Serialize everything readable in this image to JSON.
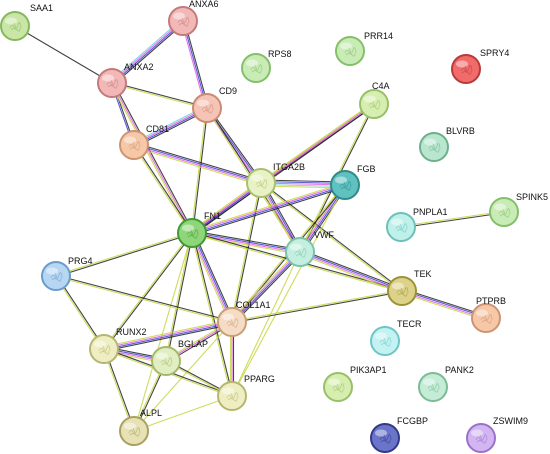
{
  "diagram": {
    "nodes": [
      {
        "id": "SAA1",
        "color": "#c9e6a6",
        "ring": "#86b85c"
      },
      {
        "id": "ANXA6",
        "color": "#f2b8b8",
        "ring": "#c47a7a"
      },
      {
        "id": "ANXA2",
        "color": "#f2b8b8",
        "ring": "#c47a7a"
      },
      {
        "id": "CD9",
        "color": "#f6c4b6",
        "ring": "#cc8a73"
      },
      {
        "id": "CD81",
        "color": "#f6c8a8",
        "ring": "#cc9472"
      },
      {
        "id": "RPS8",
        "color": "#c9ecb6",
        "ring": "#84c06a"
      },
      {
        "id": "PRR14",
        "color": "#c9ecb6",
        "ring": "#84c06a"
      },
      {
        "id": "SPRY4",
        "color": "#f26b6b",
        "ring": "#b83a3a"
      },
      {
        "id": "C4A",
        "color": "#d6eeb0",
        "ring": "#98c068"
      },
      {
        "id": "BLVRB",
        "color": "#b9e6cf",
        "ring": "#6fb08c"
      },
      {
        "id": "ITGA2B",
        "color": "#e8f2c4",
        "ring": "#a8c070"
      },
      {
        "id": "FGB",
        "color": "#5fc2c0",
        "ring": "#2f8a88"
      },
      {
        "id": "SPINK5",
        "color": "#c9ecb6",
        "ring": "#84c06a"
      },
      {
        "id": "PNPLA1",
        "color": "#bff0ea",
        "ring": "#6cc2b8"
      },
      {
        "id": "FN1",
        "color": "#8fd67a",
        "ring": "#3f9a32"
      },
      {
        "id": "VWF",
        "color": "#c4efe0",
        "ring": "#7ac2a8"
      },
      {
        "id": "PRG4",
        "color": "#b6d6f2",
        "ring": "#6a9ccc"
      },
      {
        "id": "TEK",
        "color": "#dcd28a",
        "ring": "#9e9236"
      },
      {
        "id": "PTPRB",
        "color": "#f6c8a8",
        "ring": "#cc9472"
      },
      {
        "id": "COL1A1",
        "color": "#f6dcc4",
        "ring": "#c8a078"
      },
      {
        "id": "TECR",
        "color": "#c4f2f2",
        "ring": "#6ec6c6"
      },
      {
        "id": "RUNX2",
        "color": "#eeeec2",
        "ring": "#b6b670"
      },
      {
        "id": "BGLAP",
        "color": "#e0eec2",
        "ring": "#a6b870"
      },
      {
        "id": "PIK3AP1",
        "color": "#d6eeb0",
        "ring": "#98c068"
      },
      {
        "id": "PANK2",
        "color": "#c4ecd6",
        "ring": "#7cbc98"
      },
      {
        "id": "PPARG",
        "color": "#eeeec2",
        "ring": "#b6b670"
      },
      {
        "id": "ALPL",
        "color": "#e6e2b6",
        "ring": "#aaa060"
      },
      {
        "id": "FCGBP",
        "color": "#6a74c8",
        "ring": "#33398a"
      },
      {
        "id": "ZSWIM9",
        "color": "#d2b6f2",
        "ring": "#9a72cc"
      }
    ],
    "edges": [
      {
        "a": "SAA1",
        "b": "ANXA2",
        "colors": [
          "#222222"
        ]
      },
      {
        "a": "ANXA6",
        "b": "ANXA2",
        "colors": [
          "#222222",
          "#3b3bd6",
          "#e05ee0",
          "#6bd6d6"
        ]
      },
      {
        "a": "ANXA6",
        "b": "CD9",
        "colors": [
          "#222222",
          "#3b3bd6",
          "#e05ee0"
        ]
      },
      {
        "a": "ANXA2",
        "b": "CD9",
        "colors": [
          "#222222",
          "#c6d640"
        ]
      },
      {
        "a": "ANXA2",
        "b": "CD81",
        "colors": [
          "#222222",
          "#3b3bd6"
        ]
      },
      {
        "a": "ANXA2",
        "b": "FN1",
        "colors": [
          "#222222",
          "#e05ee0",
          "#c6d640"
        ]
      },
      {
        "a": "CD9",
        "b": "CD81",
        "colors": [
          "#222222",
          "#3b3bd6",
          "#e05ee0",
          "#6bd6d6"
        ]
      },
      {
        "a": "CD9",
        "b": "FN1",
        "colors": [
          "#222222",
          "#c6d640"
        ]
      },
      {
        "a": "CD9",
        "b": "ITGA2B",
        "colors": [
          "#222222",
          "#3b3bd6",
          "#e05ee0"
        ]
      },
      {
        "a": "CD9",
        "b": "VWF",
        "colors": [
          "#222222",
          "#c6d640"
        ]
      },
      {
        "a": "CD81",
        "b": "FN1",
        "colors": [
          "#222222",
          "#c6d640"
        ]
      },
      {
        "a": "CD81",
        "b": "ITGA2B",
        "colors": [
          "#222222",
          "#3b3bd6",
          "#e05ee0",
          "#c6d640"
        ]
      },
      {
        "a": "C4A",
        "b": "ITGA2B",
        "colors": [
          "#222222",
          "#e05ee0",
          "#c6d640"
        ]
      },
      {
        "a": "C4A",
        "b": "FN1",
        "colors": [
          "#222222",
          "#e05ee0",
          "#c6d640"
        ]
      },
      {
        "a": "C4A",
        "b": "VWF",
        "colors": [
          "#222222",
          "#c6d640"
        ]
      },
      {
        "a": "ITGA2B",
        "b": "FGB",
        "colors": [
          "#222222",
          "#3b3bd6",
          "#e05ee0",
          "#6bd6d6",
          "#c6d640"
        ]
      },
      {
        "a": "ITGA2B",
        "b": "FN1",
        "colors": [
          "#222222",
          "#3b3bd6",
          "#e05ee0",
          "#c6d640"
        ]
      },
      {
        "a": "ITGA2B",
        "b": "VWF",
        "colors": [
          "#222222",
          "#3b3bd6",
          "#e05ee0",
          "#c6d640"
        ]
      },
      {
        "a": "ITGA2B",
        "b": "TEK",
        "colors": [
          "#222222",
          "#c6d640"
        ]
      },
      {
        "a": "ITGA2B",
        "b": "COL1A1",
        "colors": [
          "#222222",
          "#c6d640"
        ]
      },
      {
        "a": "FGB",
        "b": "FN1",
        "colors": [
          "#222222",
          "#3b3bd6",
          "#e05ee0",
          "#c6d640"
        ]
      },
      {
        "a": "FGB",
        "b": "VWF",
        "colors": [
          "#222222",
          "#3b3bd6",
          "#e05ee0",
          "#c6d640"
        ]
      },
      {
        "a": "FGB",
        "b": "COL1A1",
        "colors": [
          "#222222",
          "#c6d640"
        ]
      },
      {
        "a": "FGB",
        "b": "PPARG",
        "colors": [
          "#c6d640"
        ]
      },
      {
        "a": "SPINK5",
        "b": "PNPLA1",
        "colors": [
          "#222222",
          "#c6d640"
        ]
      },
      {
        "a": "FN1",
        "b": "VWF",
        "colors": [
          "#222222",
          "#3b3bd6",
          "#e05ee0",
          "#c6d640"
        ]
      },
      {
        "a": "FN1",
        "b": "TEK",
        "colors": [
          "#222222",
          "#c6d640"
        ]
      },
      {
        "a": "FN1",
        "b": "COL1A1",
        "colors": [
          "#222222",
          "#3b3bd6",
          "#e05ee0",
          "#c6d640"
        ]
      },
      {
        "a": "FN1",
        "b": "PRG4",
        "colors": [
          "#222222",
          "#c6d640"
        ]
      },
      {
        "a": "FN1",
        "b": "RUNX2",
        "colors": [
          "#222222",
          "#c6d640"
        ]
      },
      {
        "a": "FN1",
        "b": "BGLAP",
        "colors": [
          "#222222",
          "#c6d640"
        ]
      },
      {
        "a": "FN1",
        "b": "PPARG",
        "colors": [
          "#222222",
          "#c6d640"
        ]
      },
      {
        "a": "FN1",
        "b": "ALPL",
        "colors": [
          "#c6d640"
        ]
      },
      {
        "a": "VWF",
        "b": "TEK",
        "colors": [
          "#222222",
          "#3b3bd6",
          "#e05ee0",
          "#c6d640"
        ]
      },
      {
        "a": "VWF",
        "b": "COL1A1",
        "colors": [
          "#222222",
          "#3b3bd6",
          "#e05ee0",
          "#c6d640"
        ]
      },
      {
        "a": "VWF",
        "b": "PPARG",
        "colors": [
          "#c6d640"
        ]
      },
      {
        "a": "TEK",
        "b": "PTPRB",
        "colors": [
          "#222222",
          "#3b3bd6",
          "#e05ee0",
          "#c6d640"
        ]
      },
      {
        "a": "TEK",
        "b": "COL1A1",
        "colors": [
          "#222222",
          "#c6d640"
        ]
      },
      {
        "a": "PRG4",
        "b": "COL1A1",
        "colors": [
          "#222222",
          "#c6d640"
        ]
      },
      {
        "a": "PRG4",
        "b": "RUNX2",
        "colors": [
          "#222222",
          "#c6d640"
        ]
      },
      {
        "a": "COL1A1",
        "b": "RUNX2",
        "colors": [
          "#222222",
          "#3b3bd6",
          "#e05ee0",
          "#c6d640"
        ]
      },
      {
        "a": "COL1A1",
        "b": "BGLAP",
        "colors": [
          "#222222",
          "#e05ee0",
          "#c6d640"
        ]
      },
      {
        "a": "COL1A1",
        "b": "PPARG",
        "colors": [
          "#222222",
          "#e05ee0",
          "#c6d640"
        ]
      },
      {
        "a": "COL1A1",
        "b": "ALPL",
        "colors": [
          "#c6d640"
        ]
      },
      {
        "a": "RUNX2",
        "b": "BGLAP",
        "colors": [
          "#222222",
          "#3b3bd6",
          "#e05ee0",
          "#c6d640"
        ]
      },
      {
        "a": "RUNX2",
        "b": "PPARG",
        "colors": [
          "#222222",
          "#c6d640"
        ]
      },
      {
        "a": "RUNX2",
        "b": "ALPL",
        "colors": [
          "#222222",
          "#c6d640"
        ]
      },
      {
        "a": "BGLAP",
        "b": "PPARG",
        "colors": [
          "#222222",
          "#c6d640"
        ]
      },
      {
        "a": "BGLAP",
        "b": "ALPL",
        "colors": [
          "#222222",
          "#c6d640"
        ]
      },
      {
        "a": "PPARG",
        "b": "ALPL",
        "colors": [
          "#c6d640"
        ]
      }
    ]
  }
}
